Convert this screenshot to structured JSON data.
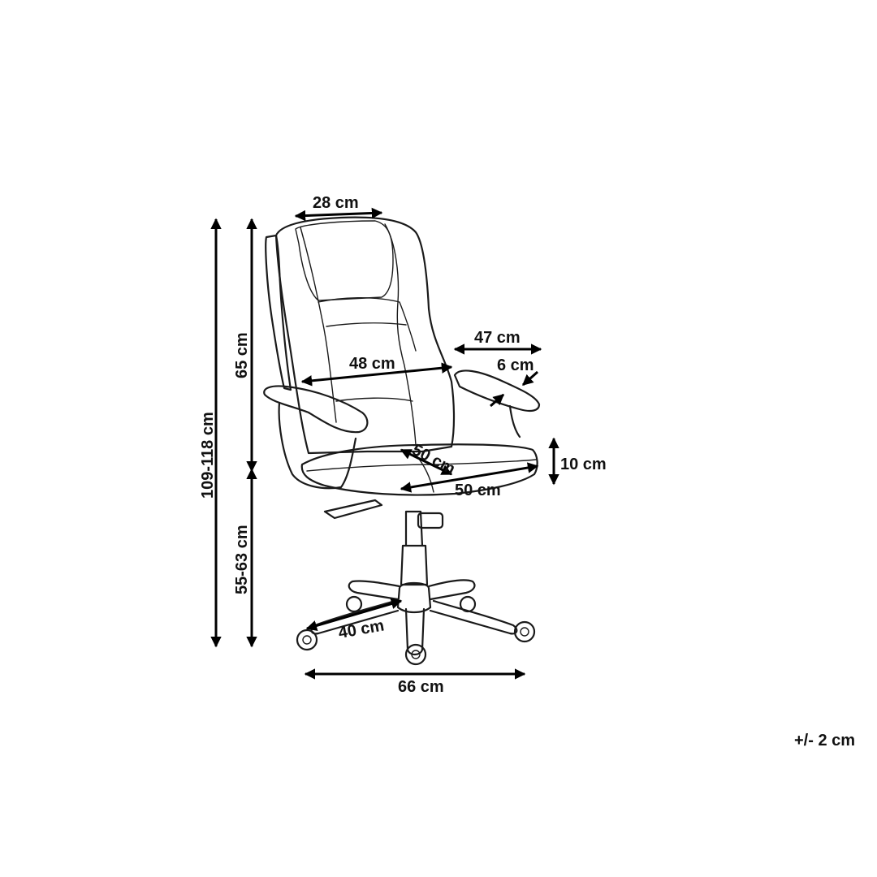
{
  "colors": {
    "line": "#1a1a1a",
    "arrow": "#000000",
    "background": "#ffffff"
  },
  "dimensions": {
    "headrest_width": "28 cm",
    "backrest_width": "48 cm",
    "armrest_depth": "47 cm",
    "armrest_width": "6 cm",
    "seat_depth": "50 cm",
    "seat_width": "50 cm",
    "seat_thickness": "10 cm",
    "total_height": "109-118 cm",
    "backrest_height": "65 cm",
    "seat_height": "55-63 cm",
    "base_radius": "40 cm",
    "base_width": "66 cm"
  },
  "tolerance": "+/- 2 cm"
}
